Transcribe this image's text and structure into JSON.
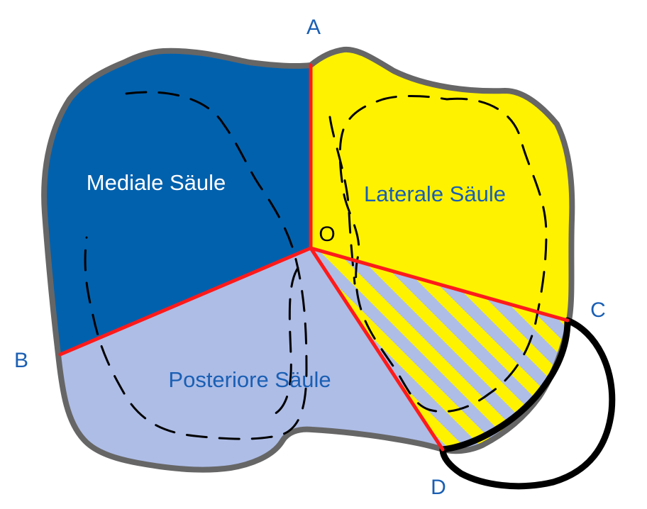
{
  "points": {
    "A": "A",
    "B": "B",
    "C": "C",
    "D": "D",
    "O": "O"
  },
  "columns": {
    "medial": "Mediale Säule",
    "lateral": "Laterale Säule",
    "posterior": "Posteriore Säule"
  },
  "colors": {
    "medial": "#0261ad",
    "lateral": "#fff200",
    "posterior": "#aebde6",
    "boundary": "#ff1a1a",
    "outline": "#666666",
    "fragment_outline": "#000000",
    "label_blue": "#1a5fb4",
    "label_white": "#ffffff"
  }
}
